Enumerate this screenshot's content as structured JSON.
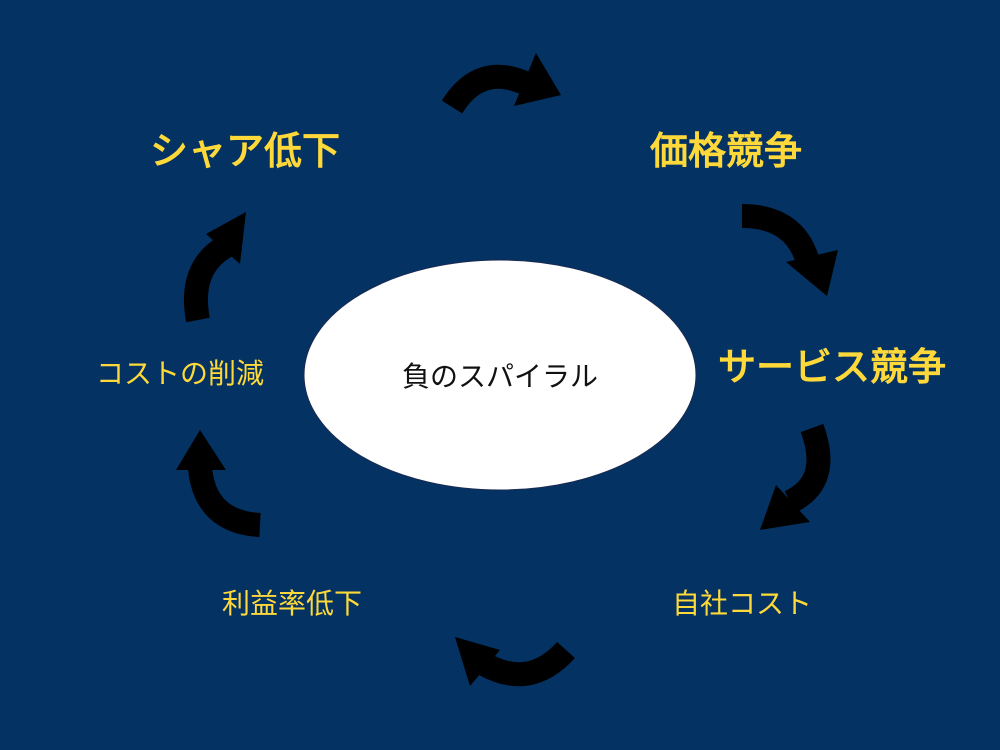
{
  "center_label": "負のスパイラル",
  "nodes": {
    "share_drop": "シャア低下",
    "price_competition": "価格競争",
    "service_competition": "サービス競争",
    "own_cost": "自社コスト",
    "profit_drop": "利益率低下",
    "cost_cut": "コストの削減"
  },
  "colors": {
    "background": "#033263",
    "label": "#FFD93A",
    "arrow": "#000000",
    "ellipse": "#FFFFFF"
  }
}
